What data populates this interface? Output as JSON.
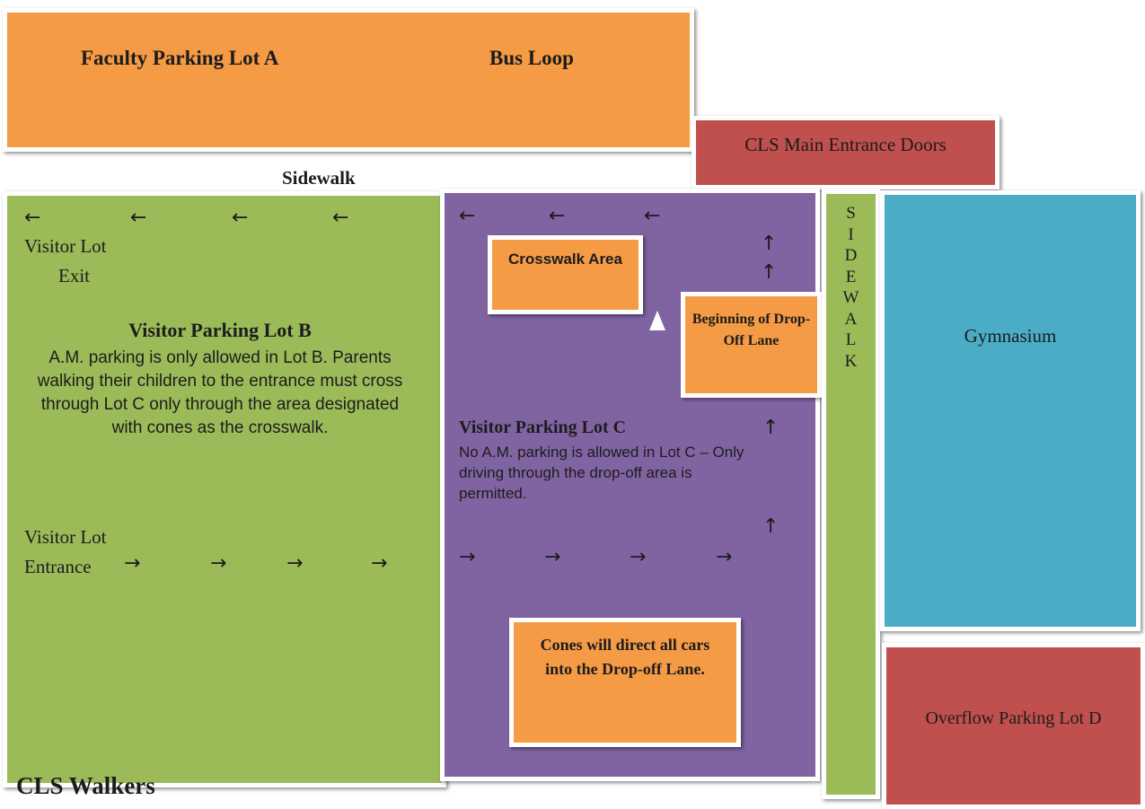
{
  "lot_a": {
    "label": "Faculty Parking Lot A",
    "bus_label": "Bus Loop",
    "color": "#f59a45"
  },
  "main_entrance": {
    "label": "CLS Main Entrance Doors",
    "color": "#c0504d"
  },
  "sidewalk_top": {
    "label": "Sidewalk"
  },
  "lot_b": {
    "color": "#9bbb59",
    "exit_line1": "Visitor Lot",
    "exit_line2": "Exit",
    "title": "Visitor Parking Lot B",
    "notice": "A.M. parking is only allowed in Lot B. Parents walking their children to the entrance must cross through Lot C only through the area designated with cones as the crosswalk.",
    "entrance_line1": "Visitor Lot",
    "entrance_line2": "Entrance"
  },
  "lot_c": {
    "color": "#8064a2",
    "title": "Visitor Parking Lot C",
    "notice": "No A.M. parking is allowed in Lot C – Only driving  through the drop-off  area is permitted."
  },
  "crosswalk": {
    "label": "Crosswalk Area"
  },
  "dropoff_begin": {
    "label": "Beginning of Drop-Off Lane"
  },
  "cones_box": {
    "label": "Cones will direct all cars into the Drop-off Lane."
  },
  "sidewalk_vertical": {
    "letters": [
      "S",
      "I",
      "D",
      "E",
      "W",
      "A",
      "L",
      "K"
    ]
  },
  "gym": {
    "label": "Gymnasium",
    "color": "#4bacc6"
  },
  "lot_d": {
    "label": "Overflow Parking Lot D",
    "color": "#c0504d"
  },
  "walkers": {
    "label": "CLS Walkers"
  },
  "arrows": {
    "left": "←",
    "right": "→",
    "up": "↑"
  },
  "icons": [
    "left-arrow-icon",
    "right-arrow-icon",
    "up-arrow-icon",
    "cone-marker-icon"
  ]
}
